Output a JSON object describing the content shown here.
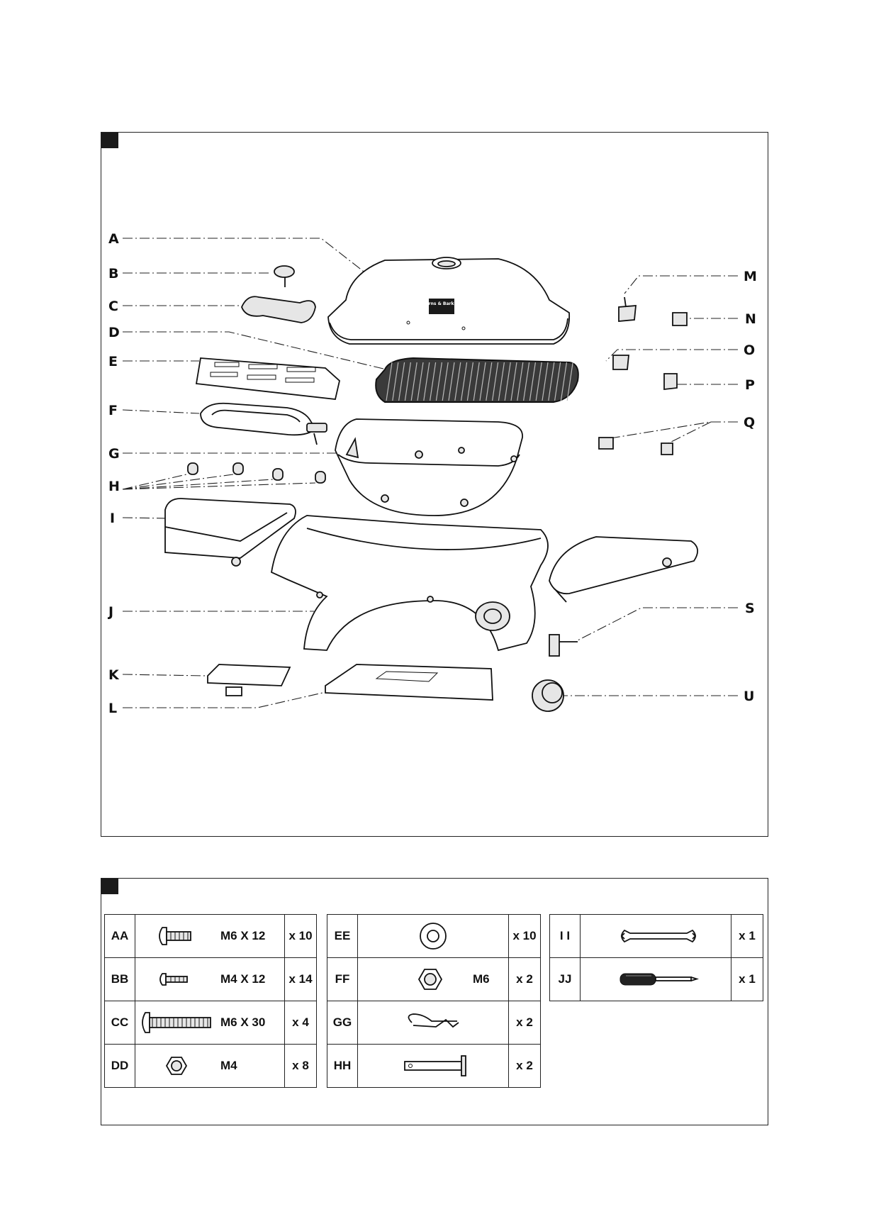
{
  "diagram": {
    "part_labels": [
      "A",
      "B",
      "C",
      "D",
      "E",
      "F",
      "G",
      "H",
      "I",
      "J",
      "K",
      "L",
      "M",
      "N",
      "O",
      "P",
      "Q",
      "S",
      "U"
    ],
    "logo_text": "Burns & Barkles"
  },
  "hardware": {
    "table1": [
      {
        "code": "AA",
        "icon": "mushroom-bolt-icon",
        "size": "M6 X 12",
        "qty": "x 10"
      },
      {
        "code": "BB",
        "icon": "small-bolt-icon",
        "size": "M4 X 12",
        "qty": "x 14"
      },
      {
        "code": "CC",
        "icon": "long-bolt-icon",
        "size": "M6 X 30",
        "qty": "x 4"
      },
      {
        "code": "DD",
        "icon": "hex-nut-icon",
        "size": "M4",
        "qty": "x 8"
      }
    ],
    "table2": [
      {
        "code": "EE",
        "icon": "washer-icon",
        "size": "",
        "qty": "x 10"
      },
      {
        "code": "FF",
        "icon": "hex-nut-icon",
        "size": "M6",
        "qty": "x 2"
      },
      {
        "code": "GG",
        "icon": "r-clip-icon",
        "size": "",
        "qty": "x 2"
      },
      {
        "code": "HH",
        "icon": "pin-icon",
        "size": "",
        "qty": "x 2"
      }
    ],
    "table3": [
      {
        "code": "I I",
        "icon": "wrench-icon",
        "qty": "x 1"
      },
      {
        "code": "JJ",
        "icon": "screwdriver-icon",
        "qty": "x 1"
      }
    ]
  }
}
